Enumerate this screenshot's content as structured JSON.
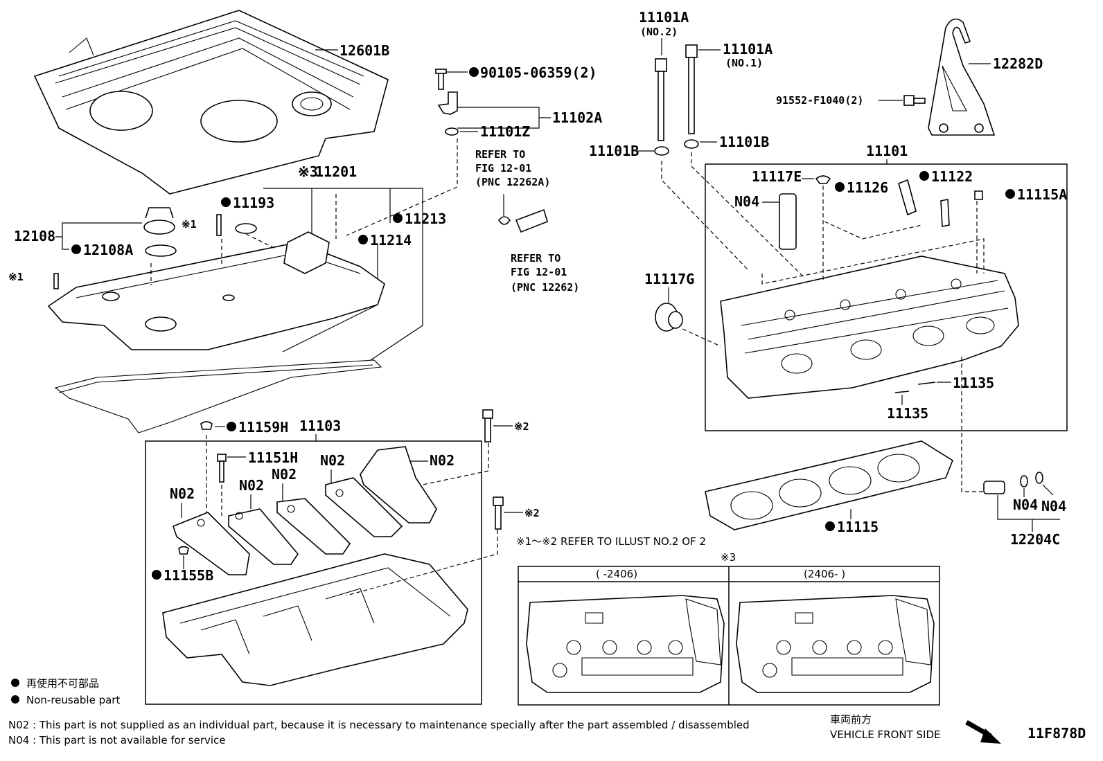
{
  "labels": {
    "engine_cover": "12601B",
    "bolt_90105": "90105-06359(2)",
    "sensor_11102a": "11102A",
    "oring_11101z": "11101Z",
    "refer1_line1": "REFER TO",
    "refer1_line2": "FIG 12-01",
    "refer1_line3": "(PNC 12262A)",
    "refer2_line1": "REFER TO",
    "refer2_line2": "FIG 12-01",
    "refer2_line3": "(PNC 12262)",
    "head_cover_prefix": "※3",
    "head_cover": "11201",
    "part_11193": "11193",
    "part_11213": "11213",
    "part_11214": "11214",
    "cap_12108": "12108",
    "gasket_12108a": "12108A",
    "note1a": "※1",
    "note1b": "※1",
    "bolt_11101a_no2": "11101A",
    "bolt_11101a_no2_sub": "(NO.2)",
    "bolt_11101a_no1": "11101A",
    "bolt_11101a_no1_sub": "(NO.1)",
    "hanger_12282d": "12282D",
    "bolt_91552": "91552-F1040(2)",
    "washer_11101b_left": "11101B",
    "washer_11101b_right": "11101B",
    "cylinder_head": "11101",
    "part_11117e": "11117E",
    "part_n04_pin": "N04",
    "part_11126": "11126",
    "part_11122": "11122",
    "part_11115a": "11115A",
    "plug_11117g": "11117G",
    "pin_11135a": "11135",
    "pin_11135b": "11135",
    "part_11159h": "11159H",
    "camshaft_housing": "11103",
    "note2a": "※2",
    "note2b": "※2",
    "bolt_11151h": "11151H",
    "n02_a": "N02",
    "n02_b": "N02",
    "n02_c": "N02",
    "n02_d": "N02",
    "n02_e": "N02",
    "part_11155b": "11155B",
    "head_gasket": "11115",
    "n04_a": "N04",
    "n04_b": "N04",
    "sensor_12204c": "12204C",
    "refer_illust": "※1～※2  REFER TO ILLUST NO.2 OF 2",
    "note3": "※3",
    "period_a": "(      -2406)",
    "period_b": "(2406-       )"
  },
  "legend": {
    "jp": "再使用不可部品",
    "en": "Non-reusable part"
  },
  "footnotes": {
    "n02": "N02 : This part is not supplied as an individual part, because it is necessary to maintenance specially after the part assembled / disassembled",
    "n04": "N04 : This part is not available for service"
  },
  "front": {
    "jp": "車両前方",
    "en": "VEHICLE FRONT SIDE"
  },
  "figure_id": "11F878D"
}
